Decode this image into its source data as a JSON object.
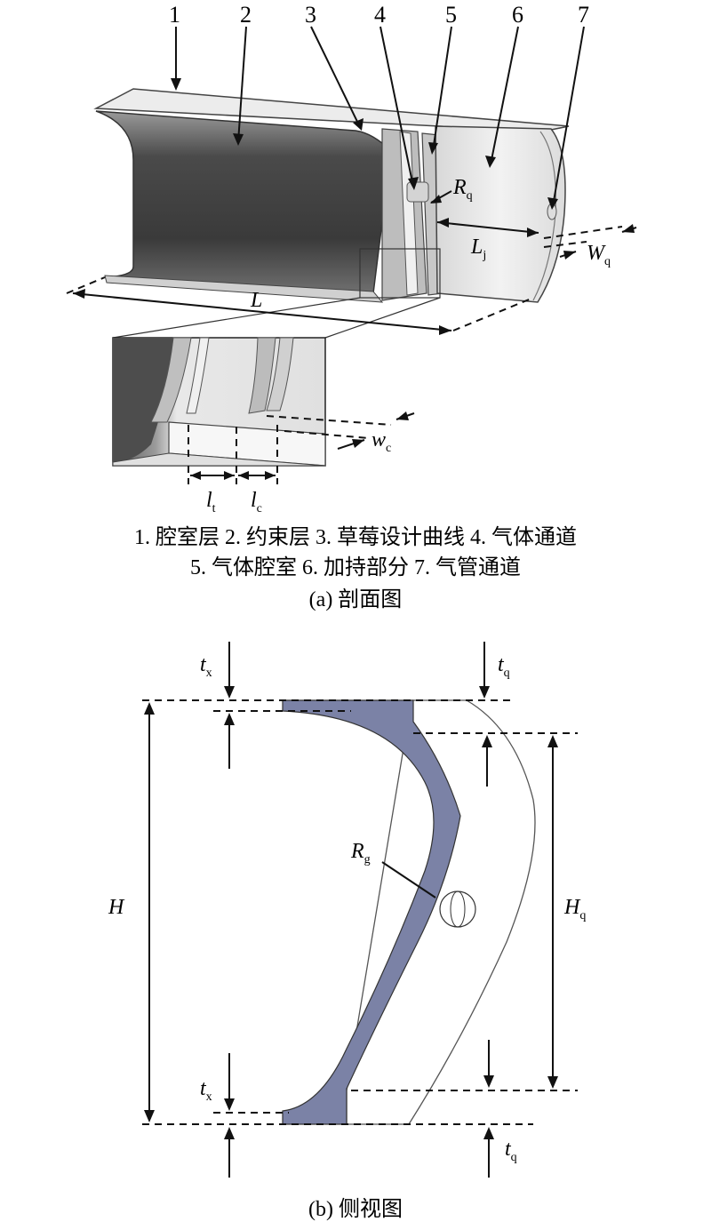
{
  "part_a": {
    "numbers": [
      "1",
      "2",
      "3",
      "4",
      "5",
      "6",
      "7"
    ],
    "labels": {
      "L": "L",
      "Lj_main": "L",
      "Lj_sub": "j",
      "Rq_main": "R",
      "Rq_sub": "q",
      "Wq_main": "W",
      "Wq_sub": "q",
      "wc_main": "w",
      "wc_sub": "c",
      "lt_main": "l",
      "lt_sub": "t",
      "lc_main": "l",
      "lc_sub": "c"
    },
    "legend_line1": "1. 腔室层 2. 约束层 3. 草莓设计曲线 4. 气体通道",
    "legend_line2": "5. 气体腔室 6. 加持部分 7. 气管通道",
    "caption": "(a) 剖面图"
  },
  "part_b": {
    "labels": {
      "tx_top_main": "t",
      "tx_top_sub": "x",
      "tq_top_main": "t",
      "tq_top_sub": "q",
      "H": "H",
      "Rg_main": "R",
      "Rg_sub": "g",
      "Hq_main": "H",
      "Hq_sub": "q",
      "tx_bot_main": "t",
      "tx_bot_sub": "x",
      "tq_bot_main": "t",
      "tq_bot_sub": "q"
    },
    "caption": "(b) 侧视图"
  },
  "colors": {
    "chamber_dark": "#5a5a5a",
    "profile_fill": "#7b82a6",
    "light_gray": "#e6e6e6"
  }
}
